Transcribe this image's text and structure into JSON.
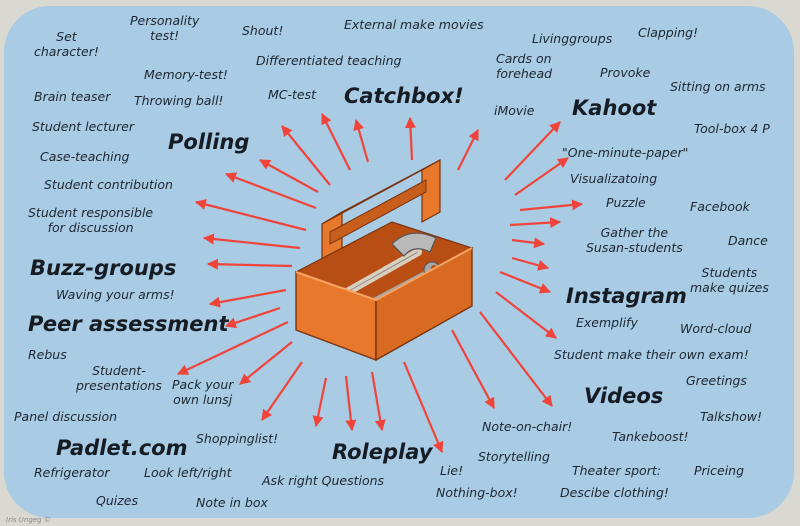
{
  "board": {
    "accent_color": "#a9cbe4",
    "arrow_color": "#f0443a",
    "toolbox_color": "#e8782c",
    "items": {
      "set_character": "Set\ncharacter!",
      "personality_test": "Personality\ntest!",
      "shout": "Shout!",
      "external_make_movies": "External make movies",
      "cards_on_forehead": "Cards on\nforehead",
      "livinggroups": "Livinggroups",
      "clapping": "Clapping!",
      "memory_test": "Memory-test!",
      "differentiated_teaching": "Differentiated teaching",
      "provoke": "Provoke",
      "sitting_on_arms": "Sitting on arms",
      "brain_teaser": "Brain teaser",
      "throwing_ball": "Throwing ball!",
      "mc_test": "MC-test",
      "catchbox": "Catchbox!",
      "imovie": "iMovie",
      "kahoot": "Kahoot",
      "student_lecturer": "Student lecturer",
      "tool_box": "Tool-box 4 P",
      "polling": "Polling",
      "case_teaching": "Case-teaching",
      "one_minute_paper": "\"One-minute-paper\"",
      "visualizatoing": "Visualizatoing",
      "student_contribution": "Student contribution",
      "puzzle": "Puzzle",
      "facebook": "Facebook",
      "student_responsible": "Student responsible\nfor discussion",
      "gather_susan": "Gather the\nSusan-students",
      "dance": "Dance",
      "buzz_groups": "Buzz-groups",
      "students_make_quizes": "Students\nmake quizes",
      "waving_arms": "Waving your arms!",
      "instagram": "Instagram",
      "peer_assessment": "Peer assessment",
      "exemplify": "Exemplify",
      "word_cloud": "Word-cloud",
      "rebus": "Rebus",
      "student_presentations": "Student-\npresentations",
      "pack_lunsj": "Pack your\nown lunsj",
      "student_make_exam": "Student make their own exam!",
      "greetings": "Greetings",
      "videos": "Videos",
      "panel_discussion": "Panel discussion",
      "talkshow": "Talkshow!",
      "note_on_chair": "Note-on-chair!",
      "shoppinglist": "Shoppinglist!",
      "tankeboost": "Tankeboost!",
      "padlet": "Padlet.com",
      "roleplay": "Roleplay",
      "storytelling": "Storytelling",
      "refrigerator": "Refrigerator",
      "look_left_right": "Look left/right",
      "ask_right_questions": "Ask right Questions",
      "lie": "Lie!",
      "theater_sport": "Theater sport:",
      "priceing": "Priceing",
      "nothing_box": "Nothing-box!",
      "descibe_clothing": "Descibe clothing!",
      "quizes": "Quizes",
      "note_in_box": "Note in box"
    }
  },
  "credit": "Iris Ungeg ©"
}
